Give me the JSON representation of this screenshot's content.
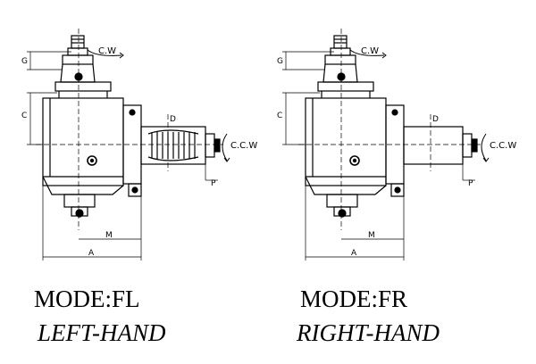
{
  "left": {
    "mode": "MODE:FL",
    "hand": "LEFT-HAND",
    "labels": {
      "top_rotation": "C.W",
      "side_rotation": "C.C.W",
      "g": "G",
      "c": "C",
      "d": "D",
      "p": "P",
      "m": "M",
      "a": "A"
    }
  },
  "right": {
    "mode": "MODE:FR",
    "hand": "RIGHT-HAND",
    "labels": {
      "top_rotation": "C.W",
      "side_rotation": "C.C.W",
      "g": "G",
      "c": "C",
      "d": "D",
      "p": "P",
      "m": "M",
      "a": "A"
    }
  }
}
